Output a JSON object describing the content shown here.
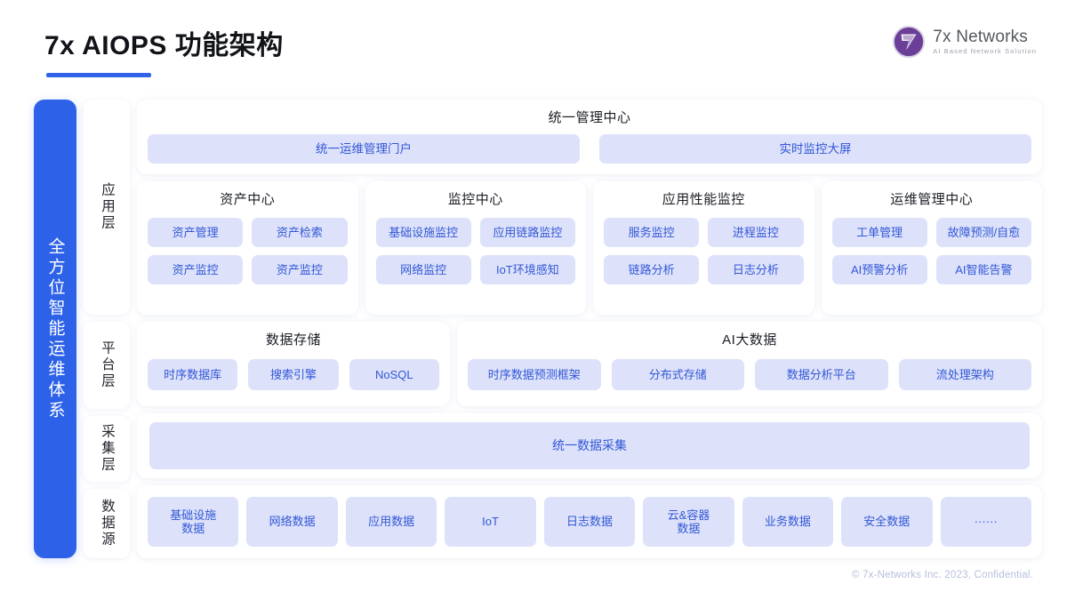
{
  "header": {
    "title": "7x AIOPS 功能架构",
    "logo_name": "7x Networks",
    "logo_tagline": "AI Based Network Solution"
  },
  "colors": {
    "accent_blue": "#2d62e8",
    "pill_bg": "#dde2fa",
    "pill_text": "#3257d6",
    "card_bg": "#ffffff",
    "page_bg": "#ffffff",
    "footer_text": "#b6bfdd",
    "logo_purple": "#6b3f98"
  },
  "spine": {
    "label": "全方位智能运维体系"
  },
  "layers": [
    {
      "name": "应用层",
      "management_center": {
        "title": "统一管理中心",
        "items": [
          "统一运维管理门户",
          "实时监控大屏"
        ]
      },
      "groups": [
        {
          "title": "资产中心",
          "items": [
            "资产管理",
            "资产检索",
            "资产监控",
            "资产监控"
          ]
        },
        {
          "title": "监控中心",
          "items": [
            "基础设施监控",
            "应用链路监控",
            "网络监控",
            "IoT环境感知"
          ]
        },
        {
          "title": "应用性能监控",
          "items": [
            "服务监控",
            "进程监控",
            "链路分析",
            "日志分析"
          ]
        },
        {
          "title": "运维管理中心",
          "items": [
            "工单管理",
            "故障预测/自愈",
            "AI预警分析",
            "AI智能告警"
          ]
        }
      ]
    },
    {
      "name": "平台层",
      "groups": [
        {
          "title": "数据存储",
          "items": [
            "时序数据库",
            "搜索引擎",
            "NoSQL"
          ]
        },
        {
          "title": "AI大数据",
          "items": [
            "时序数据预测框架",
            "分布式存储",
            "数据分析平台",
            "流处理架构"
          ]
        }
      ]
    },
    {
      "name": "采集层",
      "band": "统一数据采集"
    },
    {
      "name": "数据源",
      "items": [
        "基础设施\n数据",
        "网络数据",
        "应用数据",
        "IoT",
        "日志数据",
        "云&容器\n数据",
        "业务数据",
        "安全数据",
        "······"
      ]
    }
  ],
  "footer": {
    "text": "© 7x-Networks Inc. 2023, Confidential."
  }
}
